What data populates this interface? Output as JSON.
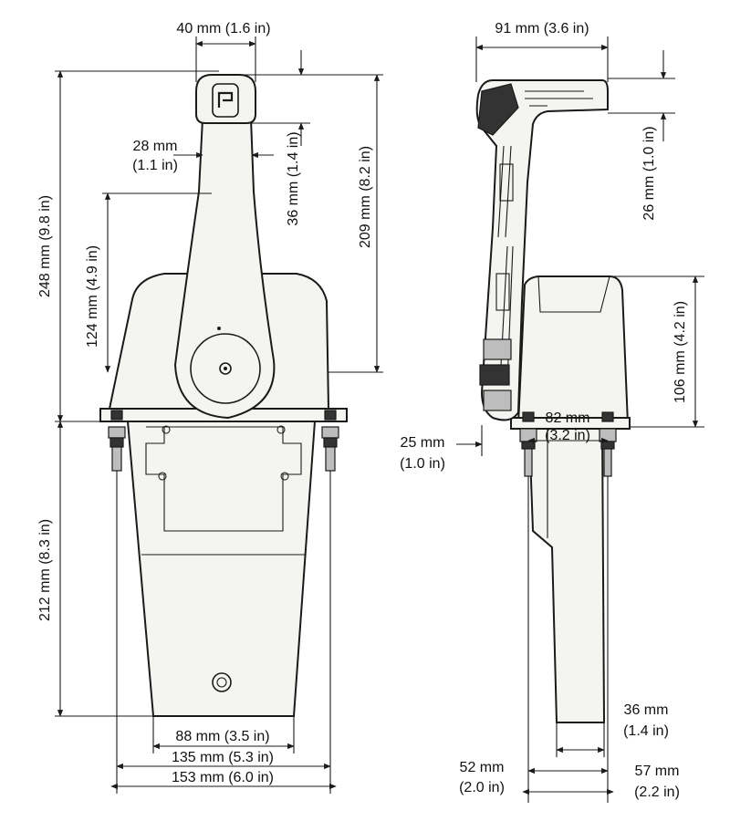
{
  "colors": {
    "line": "#1a1a1a",
    "fill": "#f4f4f0",
    "background": "#ffffff"
  },
  "front_view": {
    "dims": {
      "lever_top_width": "40 mm (1.6 in)",
      "lever_neck_width_mm": "28 mm",
      "lever_neck_width_in": "(1.1 in)",
      "lever_top_height": "36 mm (1.4 in)",
      "total_height": "248 mm (9.8 in)",
      "upper_height": "209 mm (8.2 in)",
      "lever_pivot_height": "124 mm (4.9 in)",
      "lower_height": "212 mm (8.3 in)",
      "bottom_width": "88 mm (3.5 in)",
      "bolt_spacing": "135 mm (5.3 in)",
      "overall_width": "153 mm (6.0 in)"
    }
  },
  "side_view": {
    "dims": {
      "top_depth": "91 mm (3.6 in)",
      "handle_thickness": "26 mm (1.0 in)",
      "housing_height": "106 mm (4.2 in)",
      "bolt_offset_mm": "25 mm",
      "bolt_offset_in": "(1.0 in)",
      "bolt_depth_mm": "82 mm",
      "bolt_depth_in": "(3.2 in)",
      "bottom_depth_mm": "36 mm",
      "bottom_depth_in": "(1.4 in)",
      "lower_depth_mm": "52 mm",
      "lower_depth_in": "(2.0 in)",
      "overall_bottom_mm": "57 mm",
      "overall_bottom_in": "(2.2 in)"
    }
  }
}
